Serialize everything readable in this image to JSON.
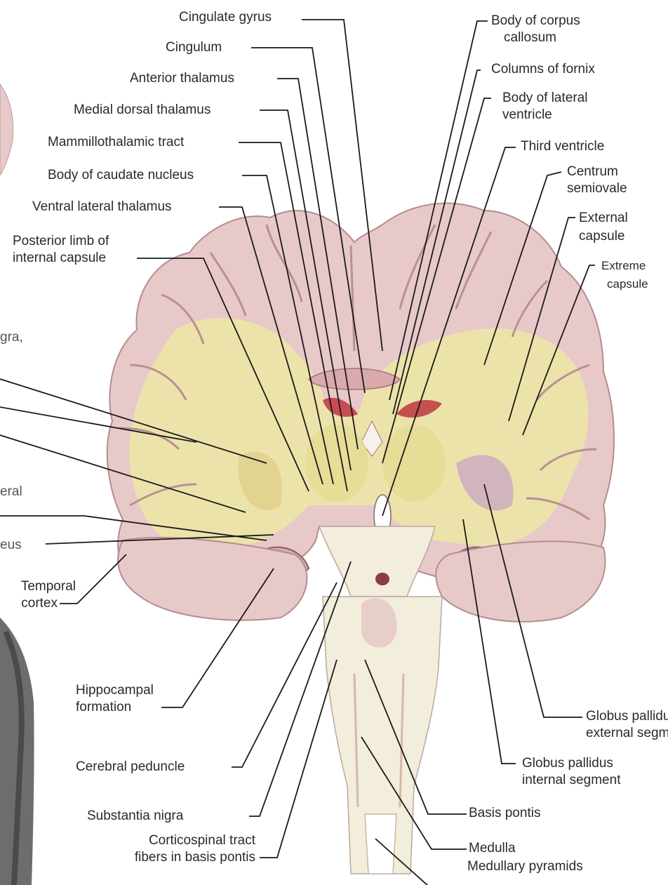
{
  "labels_left": {
    "cingulate_gyrus": "Cingulate gyrus",
    "cingulum": "Cingulum",
    "anterior_thalamus": "Anterior thalamus",
    "medial_dorsal_thalamus": "Medial dorsal thalamus",
    "mammillothalamic_tract": "Mammillothalamic tract",
    "body_caudate": "Body of caudate nucleus",
    "ventral_lateral_thalamus": "Ventral lateral thalamus",
    "posterior_limb_1": "Posterior limb of",
    "posterior_limb_2": "internal capsule",
    "clip_gra": "gra,",
    "clip_eral": "eral",
    "clip_eus": "eus",
    "temporal_1": "Temporal",
    "temporal_2": "cortex",
    "hippocampal_1": "Hippocampal",
    "hippocampal_2": "formation",
    "cerebral_peduncle": "Cerebral peduncle",
    "substantia_nigra": "Substantia nigra",
    "corticospinal_1": "Corticospinal tract",
    "corticospinal_2": "fibers in basis pontis"
  },
  "labels_right": {
    "body_cc_1": "Body of corpus",
    "body_cc_2": "callosum",
    "columns_fornix": "Columns of fornix",
    "body_lv_1": "Body of lateral",
    "body_lv_2": "ventricle",
    "third_ventricle": "Third ventricle",
    "centrum_1": "Centrum",
    "centrum_2": "semiovale",
    "external_1": "External",
    "external_2": "capsule",
    "extreme_1": "Extreme",
    "extreme_2": "capsule",
    "gp_ext_1": "Globus pallidu",
    "gp_ext_2": "external segm",
    "gp_int_1": "Globus pallidus",
    "gp_int_2": "internal segment",
    "basis_pontis": "Basis pontis",
    "medulla": "Medulla",
    "medullary_pyramids": "Medullary pyramids"
  },
  "colors": {
    "cortex": "#e8c9c9",
    "cortex_dark": "#c99a9e",
    "white_matter": "#ece7a6",
    "internal": "#f2efe0",
    "brainstem": "#f3eddb",
    "ventricle_red": "#c0353e",
    "leader": "#1a1a1a"
  }
}
